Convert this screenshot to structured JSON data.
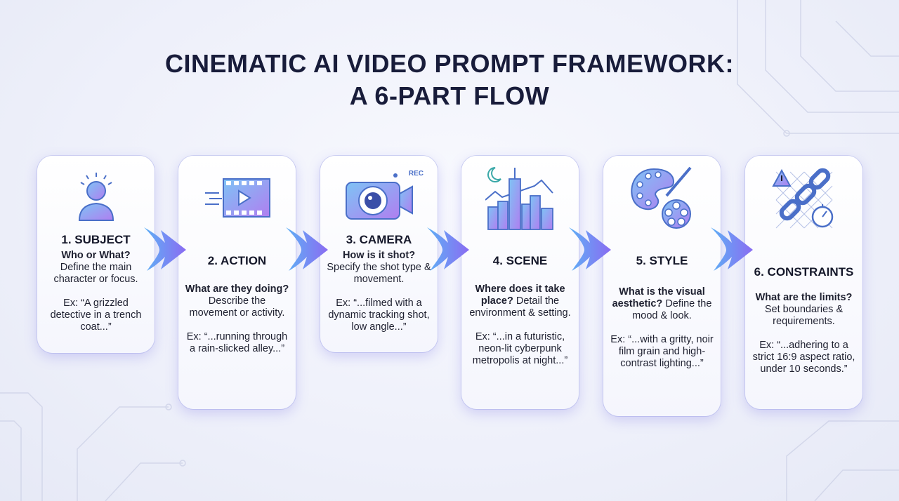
{
  "title": {
    "line1": "CINEMATIC AI VIDEO PROMPT FRAMEWORK:",
    "line2": "A 6-PART FLOW"
  },
  "accent_colors": {
    "blue": "#5aa0f0",
    "purple": "#9b6cf0",
    "navy": "#181c3a"
  },
  "steps": [
    {
      "icon": "person-icon",
      "title": "1. SUBJECT",
      "question": "Who or What?",
      "description": "Define the main character or focus.",
      "example": "Ex: “A grizzled detective in a trench coat...”"
    },
    {
      "icon": "film-play-icon",
      "title": "2. ACTION",
      "question": "What are they doing?",
      "description": "Describe the movement or activity.",
      "example": "Ex: “...running through a rain-slicked alley...”"
    },
    {
      "icon": "camera-icon",
      "icon_label": "REC",
      "title": "3. CAMERA",
      "question": "How is it shot?",
      "description": "Specify the shot type & movement.",
      "example": "Ex: “...filmed with a dynamic tracking shot, low angle...”"
    },
    {
      "icon": "city-skyline-icon",
      "title": "4. SCENE",
      "question": "Where does it take place?",
      "description": "Detail the environment & setting.",
      "example": "Ex: “...in a futuristic, neon-lit cyberpunk metropolis at night...”"
    },
    {
      "icon": "palette-film-reel-icon",
      "title": "5. STYLE",
      "question": "What is the visual aesthetic?",
      "description": "Define the mood & look.",
      "example": "Ex: “...with a gritty, noir film grain and high-contrast lighting...”"
    },
    {
      "icon": "chain-stopwatch-icon",
      "title": "6. CONSTRAINTS",
      "question": "What are the limits?",
      "description": "Set boundaries & requirements.",
      "example": "Ex: “...adhering to a strict 16:9 aspect ratio, under 10 seconds.”"
    }
  ]
}
